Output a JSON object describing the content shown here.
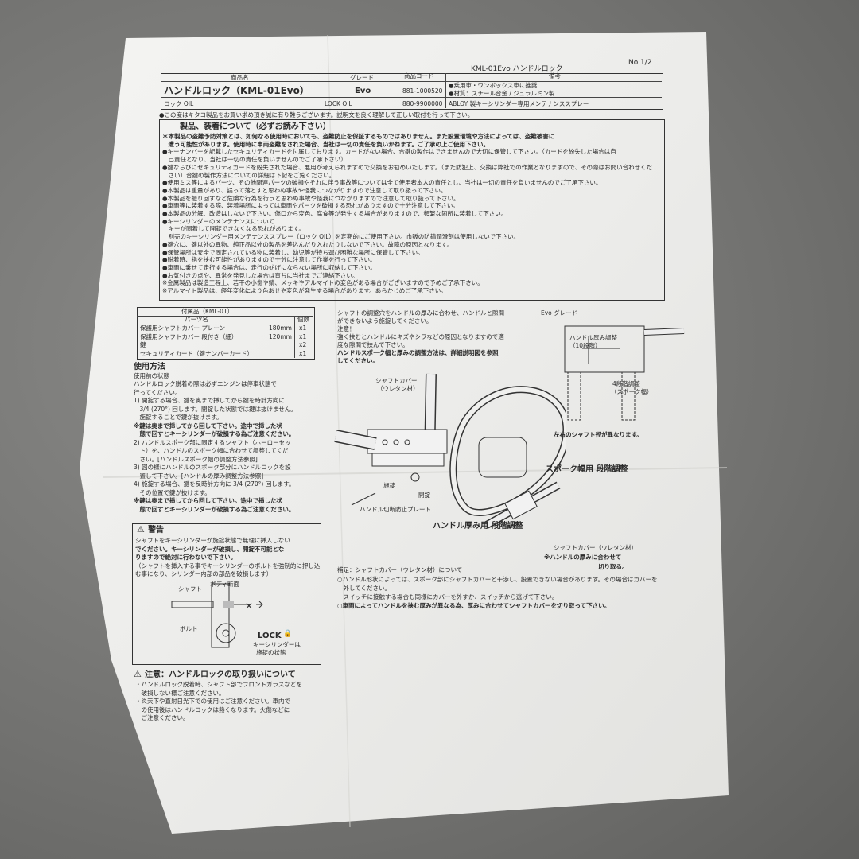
{
  "doc": {
    "header_title": "KML-01Evo ハンドルロック",
    "page_no": "No.1/2"
  },
  "product_table": {
    "col_product": "商品名",
    "col_grade": "グレード",
    "col_code": "商品コード",
    "col_note": "備考",
    "row1_name": "ハンドルロック（KML-01Evo）",
    "row1_grade": "Evo",
    "row1_code": "881-1000520",
    "row1_note1": "●乗用車・ワンボックス車に推奨",
    "row1_note2": "●材質：スチール合金 / ジュラルミン製",
    "row2_name": "ロック OIL",
    "row2_grade": "LOCK OIL",
    "row2_code": "880-9900000",
    "row2_note": "ABLOY 製キーシリンダー専用メンテナンススプレー"
  },
  "intro": "●この度はキタコ製品をお買い求め頂き誠に有り難うございます。説明文を良く理解して正しい取付を行って下さい。",
  "caution": {
    "heading": "製品、装着について（必ずお読み下さい）",
    "lines": [
      "＊本製品の盗難予防対策とは、如何なる使用時においても、盗難防止を保証するものではありません。また設置環境や方法によっては、盗難被害に",
      "　遭う可能性があります。使用時に車両盗難をされた場合、当社は一切の責任を負いかねます。ご了承の上ご使用下さい。",
      "●キーナンバーを記載したセキュリティカードを付属しております。カードがない場合、合鍵の製作はできませんので大切に保管して下さい。（カードを紛失した場合は自",
      "　己責任となり、当社は一切の責任を負いませんのでご了承下さい）",
      "●鍵ならびにセキュリティカードを紛失された場合、悪用が考えられますので交換をお勧めいたします。（また防犯上、交換は弊社での作業となりますので、その際はお問い合わせくだ",
      "　さい）合鍵の製作方法についての詳細は下記をご覧ください。",
      "●使用ミス等によるパーツ、その他関連パーツの破損やそれに伴う事故等については全て使用者本人の責任とし、当社は一切の責任を負いませんのでご了承下さい。",
      "●本製品は重量があり、誤って落とすと思わぬ事故や怪我につながりますので注意して取り扱って下さい。",
      "●本製品を振り回すなど危険な行為を行うと思わぬ事故や怪我につながりますので注意して取り扱って下さい。",
      "●車両等に装着する際、装着場所によっては車両やパーツを破損する恐れがありますので十分注意して下さい。",
      "●本製品の分解、改造はしないで下さい。傷口から変色、腐食等が発生する場合がありますので、頻繁な箇所に装着して下さい。",
      "●キーシリンダーのメンテナンスについて",
      "　キーが固着して開錠できなくなる恐れがあります。",
      "　別売のキーシリンダー用メンテナンススプレー（ロック OIL）を定期的にご使用下さい。市販の防錆潤滑剤は使用しないで下さい。",
      "●鍵穴に、鍵以外の異物、純正品以外の製品を差込んだり入れたりしないで下さい。故障の原因となります。",
      "●保管場所は安全で固定されている物に装着し、幼児等が持ち運び困難な場所に保管して下さい。",
      "●脱着時、指を挟む可能性がありますので十分に注意して作業を行って下さい。",
      "●車両に乗せて走行する場合は、走行の妨げにならない場所に収納して下さい。",
      "●お気付きの点や、異常を発見した場合は直ちに当社までご連絡下さい。",
      "※金属製品は製造工程上、若干の小傷や錆、メッキやアルマイトの変色がある場合がございますので予めご了承下さい。",
      "※アルマイト製品は、経年変化により色あせや変色が発生する場合があります。あらかじめご了承下さい。"
    ]
  },
  "parts_table": {
    "title": "付属品（KML-01）",
    "col_name": "パーツ名",
    "col_qty": "個数",
    "rows": [
      {
        "name": "保護用シャフトカバー プレーン",
        "size": "180mm",
        "qty": "x1"
      },
      {
        "name": "保護用シャフトカバー 段付き（細）",
        "size": "120mm",
        "qty": "x1"
      },
      {
        "name": "鍵",
        "size": "",
        "qty": "x2"
      },
      {
        "name": "セキュリティカード（鍵ナンバーカード）",
        "size": "",
        "qty": "x1"
      }
    ]
  },
  "usage": {
    "heading": "使用方法",
    "sub": "使用前の状態",
    "lines": [
      "ハンドルロック脱着の際は必ずエンジンは停車状態で",
      "行ってください。",
      "1) 開錠する場合、鍵を奥まで挿してから鍵を時計方向に",
      "　3/4 (270°) 回します。開錠した状態では鍵は抜けません。",
      "　施錠することで鍵が抜けます。",
      "※鍵は奥まで挿してから回して下さい。途中で挿した状",
      "　態で回すとキーシリンダーが破損する為ご注意ください。",
      "2) ハンドルスポーク部に固定するシャフト（ホーローセッ",
      "　ト）を、ハンドルのスポーク幅に合わせて調整してくだ",
      "　さい。[ハンドルスポーク幅の調整方法参照]",
      "3) 図の様にハンドルのスポーク部分にハンドルロックを設",
      "　置して下さい。[ハンドルの厚み調整方法参照]",
      "4) 施錠する場合、鍵を反時計方向に 3/4 (270°) 回します。",
      "　その位置で鍵が抜けます。",
      "※鍵は奥まで挿してから回して下さい。途中で挿した状",
      "　態で回すとキーシリンダーが破損する為ご注意ください。"
    ]
  },
  "warning": {
    "heading": "警告",
    "lines": [
      "シャフトをキーシリンダーが施錠状態で無理に挿入しない",
      "でください。キーシリンダーが破損し、開錠不可能とな",
      "りますので絶対に行わないで下さい。",
      "（シャフトを挿入する事でキーシリンダーのボルトを強制的に押し込",
      "む事になり、シリンダー内部の部品を破損します）"
    ],
    "label_shaft": "シャフト",
    "label_body": "ボディ断面",
    "label_bolt": "ボルト",
    "label_lock": "LOCK",
    "label_cyl1": "キーシリンダーは",
    "label_cyl2": "施錠の状態"
  },
  "notice": {
    "heading": "注意：ハンドルロックの取り扱いについて",
    "lines": [
      "・ハンドルロック脱着時、シャフト部でフロントガラスなどを",
      "　破損しない様ご注意ください。",
      "・炎天下や直射日光下での使用はご注意ください。車内で",
      "　の使用後はハンドルロックは熱くなります。火傷などに",
      "　ご注意ください。"
    ]
  },
  "diagram": {
    "top_lines": [
      "シャフトの調整穴をハンドルの厚みに合わせ、ハンドルと隙間",
      "ができないよう施錠してください。",
      "注意！",
      "強く挟むとハンドルにキズやシワなどの原因となりますので適",
      "度な隙間で挟んで下さい。",
      "ハンドルスポーク幅と厚みの調整方法は、詳細説明図を参照",
      "してください。"
    ],
    "label_cover": "シャフトカバー",
    "label_cover_mat": "（ウレタン材）",
    "label_lock": "施錠",
    "label_open": "開錠",
    "label_plate": "ハンドル切断防止プレート",
    "label_spoke": "スポーク幅用 段階調整",
    "label_thick": "ハンドル厚み用 段階調整",
    "label_cover2": "シャフトカバー（ウレタン材）",
    "label_cut1": "※ハンドルの厚みに合わせて",
    "label_cut2": "切り取る。",
    "evo_grade": "Evo グレード",
    "evo_v1": "ハンドル厚み調整",
    "evo_v2": "（10段階）",
    "evo_v3": "4段階調整",
    "evo_v4": "（スポーク幅）",
    "evo_diff": "左右のシャフト径が異なります。"
  },
  "supplement": {
    "title": "補足：シャフトカバー（ウレタン材）について",
    "lines": [
      "○ハンドル形状によっては、スポーク部にシャフトカバーと干渉し、設置できない場合があります。その場合はカバーを",
      "　外してください。",
      "　スイッチに接触する場合も同様にカバーを外すか、スイッチから逃げて下さい。",
      "○車両によってハンドルを挟む厚みが異なる為、厚みに合わせてシャフトカバーを切り取って下さい。"
    ]
  }
}
